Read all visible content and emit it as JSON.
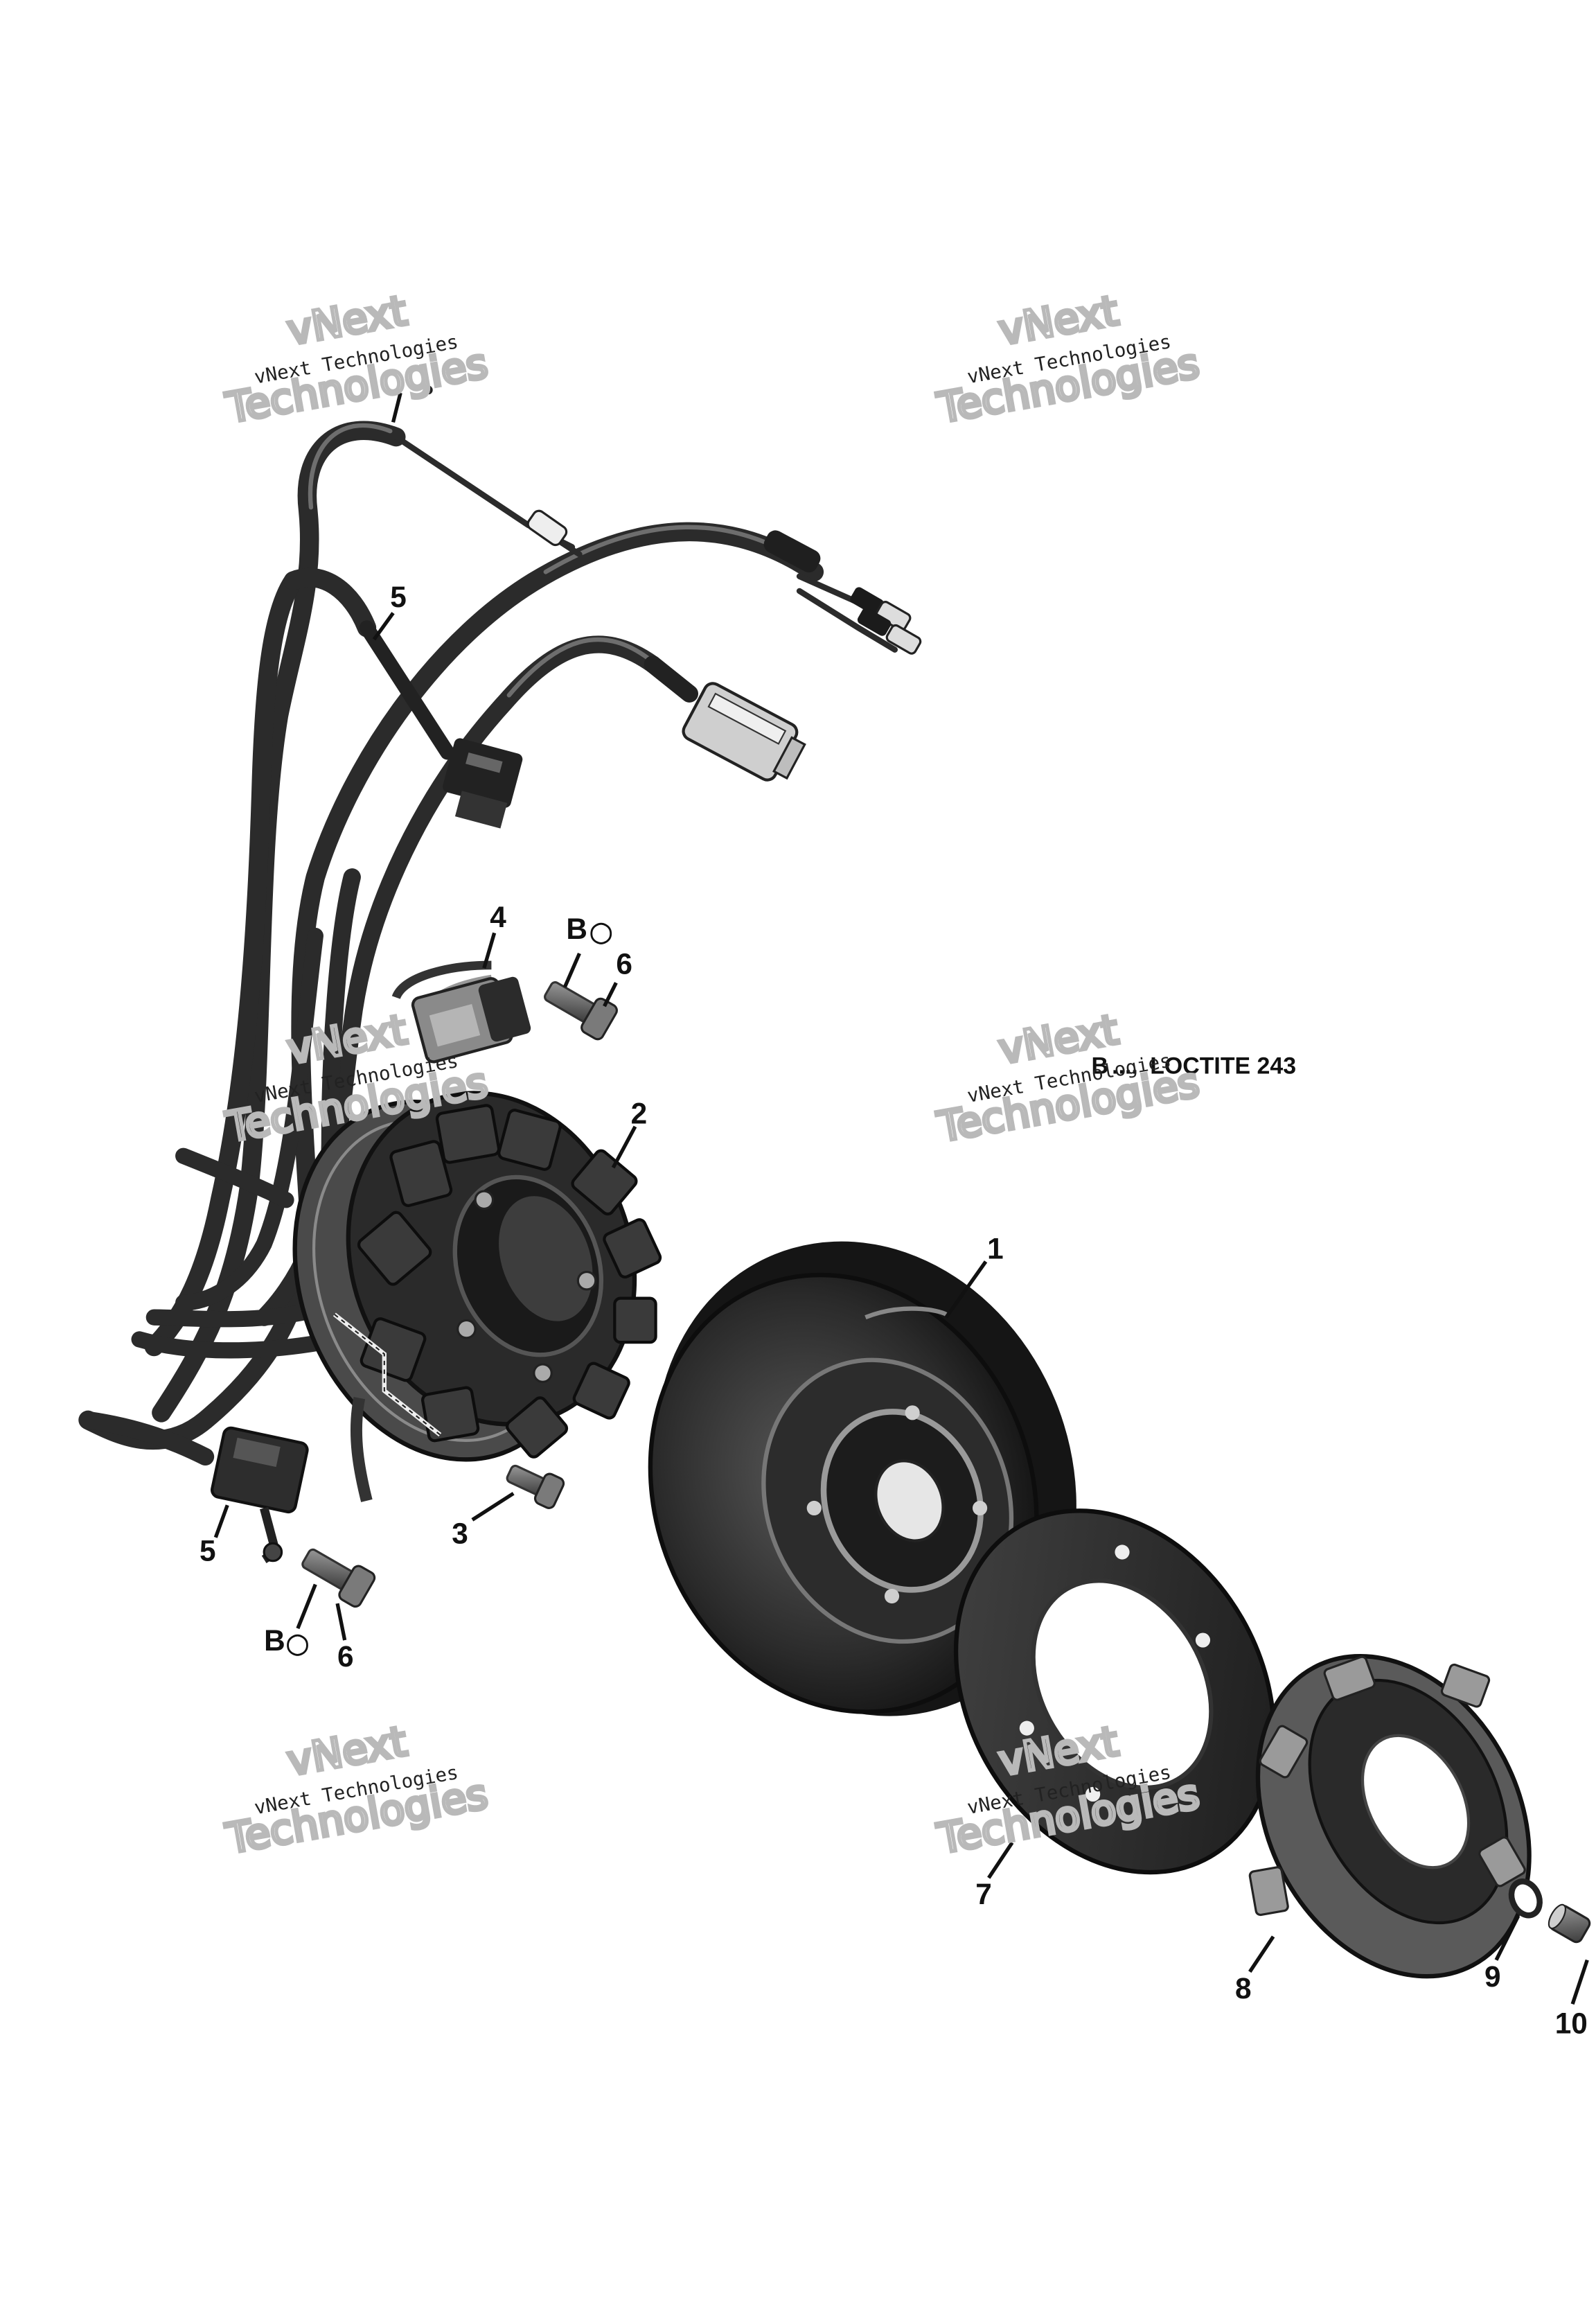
{
  "diagram": {
    "callouts": {
      "c1": "1",
      "c2": "2",
      "c3": "3",
      "c4": "4",
      "c5a": "5",
      "c5b": "5",
      "c6a": "6",
      "c6b": "6",
      "c7": "7",
      "c8": "8",
      "c9": "9",
      "c10": "10",
      "ba": "B",
      "bb": "B"
    },
    "legend": {
      "key": "B",
      "dots": "....",
      "text": "LOCTITE 243"
    },
    "watermarks": [
      {
        "small": "vNext Technologies",
        "big1": "vNext",
        "big2": "Technologies"
      },
      {
        "small": "vNext Technologies",
        "big1": "vNext",
        "big2": "Technologies"
      },
      {
        "small": "vNext Technologies",
        "big1": "vNext",
        "big2": "Technologies"
      },
      {
        "small": "vNext Technologies",
        "big1": "vNext",
        "big2": "Technologies"
      },
      {
        "small": "vNext Technologies",
        "big1": "vNext",
        "big2": "Technologies"
      },
      {
        "small": "vNext Technologies",
        "big1": "vNext",
        "big2": "Technologies"
      }
    ]
  }
}
